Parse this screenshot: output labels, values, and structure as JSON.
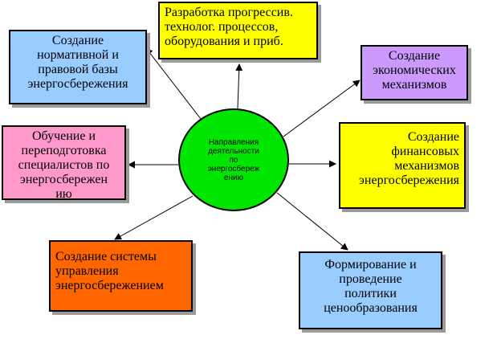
{
  "center": {
    "label": "Направления\nдеятельности\nпо\nэнергосбереж\nению",
    "color": "#00e600"
  },
  "boxes": {
    "top": {
      "text": "Разработка прогрессив.\nтехнолог. процессов,\nоборудования и приб.",
      "color": "#ffff00"
    },
    "top_left": {
      "text": "Создание\nнормативной и\nправовой  базы\nэнергосбережения",
      "color": "#99ccff"
    },
    "top_right": {
      "text": "Создание\nэкономических\nмеханизмов",
      "color": "#cc99ff"
    },
    "left": {
      "text": "Обучение и\nпереподготовка\nспециалистов по\nэнергосбережен\nию",
      "color": "#ff99cc"
    },
    "right": {
      "text": "Создание\nфинансовых\nмеханизмов\nэнергосбережения",
      "color": "#ffff00"
    },
    "bottom_left": {
      "text": "Создание системы\nуправления\nэнергосбережением",
      "color": "#ff6600"
    },
    "bottom_right": {
      "text": "Формирование и\nпроведение\nполитики\nценообразования",
      "color": "#99ccff"
    }
  }
}
